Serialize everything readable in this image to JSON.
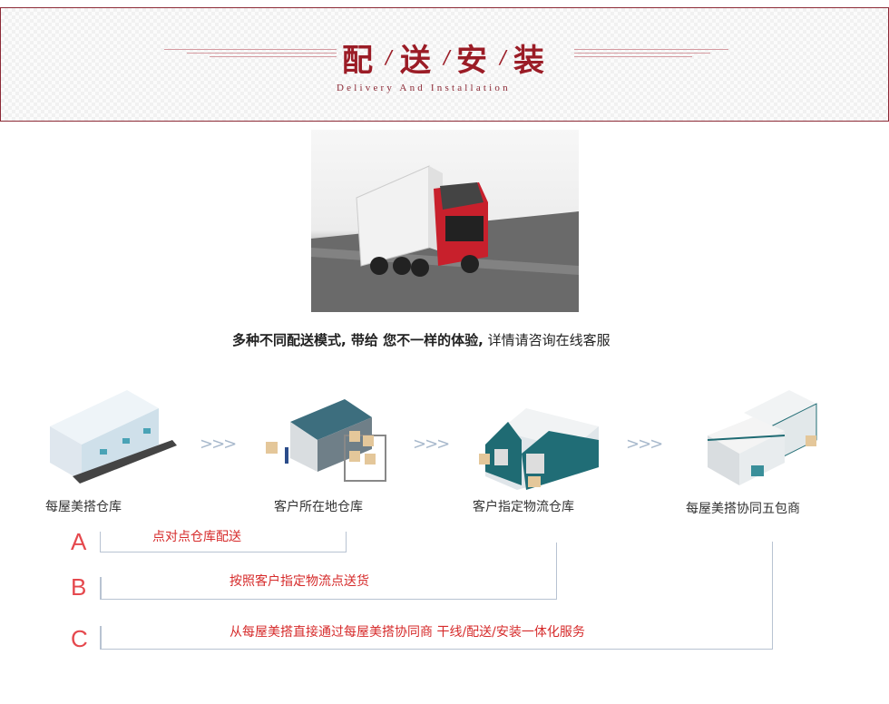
{
  "header": {
    "title_chars": [
      "配",
      "送",
      "安",
      "装"
    ],
    "separator": "/",
    "subtitle": "Delivery And Installation"
  },
  "hero": {
    "image": "red-delivery-truck",
    "tagline_bold": "多种不同配送模式, 带给 您不一样的体验,",
    "tagline_normal": " 详情请咨询在线客服"
  },
  "flow": {
    "steps": [
      {
        "label": "每屋美搭仓库",
        "icon": "warehouse-icon"
      },
      {
        "label": "客户所在地仓库",
        "icon": "storage-shed-icon"
      },
      {
        "label": "客户指定物流仓库",
        "icon": "logistics-warehouse-icon"
      },
      {
        "label": "每屋美搭协同五包商",
        "icon": "partner-building-icon"
      }
    ],
    "arrow": ">>>"
  },
  "routes": [
    {
      "letter": "A",
      "text": "点对点仓库配送"
    },
    {
      "letter": "B",
      "text": "按照客户指定物流点送货"
    },
    {
      "letter": "C",
      "text": "从每屋美搭直接通过每屋美搭协同商 干线/配送/安装一体化服务"
    }
  ],
  "colors": {
    "brand": "#9b1c26",
    "route_text": "#d62b2b",
    "letters": "#e5484d",
    "bracket": "#b8c3d2"
  }
}
